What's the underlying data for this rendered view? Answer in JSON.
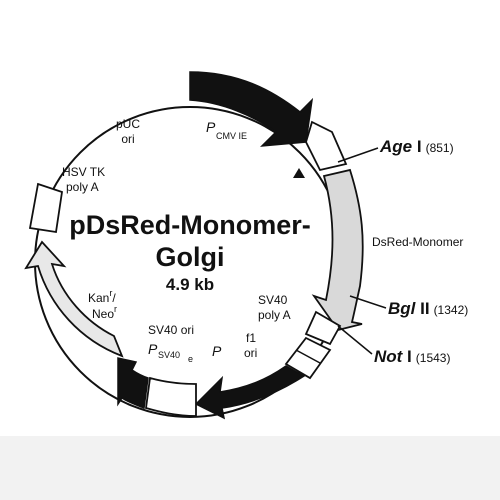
{
  "plasmid": {
    "name_line1": "pDsRed-Monomer-",
    "name_line2": "Golgi",
    "size": "4.9 kb"
  },
  "features": {
    "puc_ori_1": "pUC",
    "puc_ori_2": "ori",
    "pcmv_main": "P",
    "pcmv_sub": "CMV IE",
    "hsv_tk_1": "HSV TK",
    "hsv_tk_2": "poly A",
    "dsred": "DsRed-Monomer",
    "sv40_polya_1": "SV40",
    "sv40_polya_2": "poly A",
    "f1_ori_1": "f1",
    "f1_ori_2": "ori",
    "kan_1": "Kan",
    "kan_1_sup": "r",
    "kan_2": "Neo",
    "kan_2_sup": "r",
    "sv40_ori": "SV40 ori",
    "psv40_main": "P",
    "psv40_sub": "SV40",
    "psv40_sub2": "e",
    "p_label": "P"
  },
  "sites": [
    {
      "name": "Age",
      "suffix": " I",
      "pos": "(851)"
    },
    {
      "name": "Bgl",
      "suffix": " II",
      "pos": "(1342)"
    },
    {
      "name": "Not",
      "suffix": " I",
      "pos": "(1543)"
    }
  ],
  "colors": {
    "black": "#111111",
    "gray": "#d6d6d6",
    "light_gray": "#e4e4e4",
    "white": "#ffffff"
  }
}
